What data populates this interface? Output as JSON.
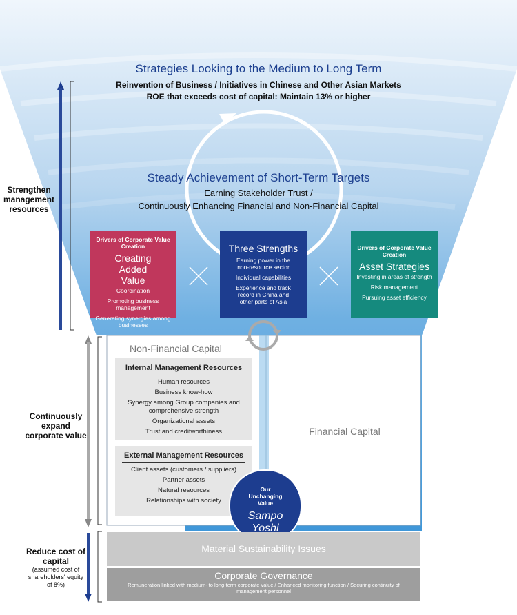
{
  "top": {
    "title": "Strategies Looking to the Medium to Long Term",
    "line1": "Reinvention of Business / Initiatives in Chinese and Other Asian Markets",
    "line2": "ROE that exceeds cost of capital: Maintain 13% or higher"
  },
  "mid": {
    "title": "Steady Achievement of Short-Term Targets",
    "line1": "Earning Stakeholder Trust /",
    "line2": "Continuously Enhancing Financial and Non-Financial Capital"
  },
  "side": {
    "strengthen": "Strengthen management resources",
    "expand": "Continuously expand corporate value",
    "reduce": "Reduce cost of capital",
    "reduce_note": "(assumed cost of shareholders' equity of 8%)"
  },
  "cards": {
    "left": {
      "caption": "Drivers of Corporate Value Creation",
      "title": "Creating Added Value",
      "items": [
        "Coordination",
        "Promoting business management",
        "Generating synergies among businesses"
      ],
      "color": "#c0375c"
    },
    "center": {
      "title": "Three Strengths",
      "items": [
        "Earning power in the non-resource sector",
        "Individual capabilities",
        "Experience and track record in China and other parts of Asia"
      ],
      "color": "#1d3d8f"
    },
    "right": {
      "caption": "Drivers of Corporate Value Creation",
      "title": "Asset Strategies",
      "items": [
        "Investing in areas of strength",
        "Risk management",
        "Pursuing asset efficiency"
      ],
      "color": "#158a7e"
    }
  },
  "capital": {
    "nonfinancial": "Non-Financial Capital",
    "financial": "Financial Capital",
    "internal": {
      "title": "Internal Management Resources",
      "items": [
        "Human resources",
        "Business know-how",
        "Synergy among Group companies and comprehensive strength",
        "Organizational assets",
        "Trust and creditworthiness"
      ]
    },
    "external": {
      "title": "External Management Resources",
      "items": [
        "Client assets (customers / suppliers)",
        "Partner assets",
        "Natural resources",
        "Relationships with society"
      ]
    }
  },
  "circle": {
    "caption": "Our Unchanging Value",
    "name": "Sampo Yoshi",
    "color": "#1d3d8f"
  },
  "bottom": {
    "material": "Material Sustainability Issues",
    "governance": "Corporate Governance",
    "governance_note": "Remuneration linked with medium- to long-term corporate value / Enhanced monitoring function / Securing continuity of management personnel"
  }
}
